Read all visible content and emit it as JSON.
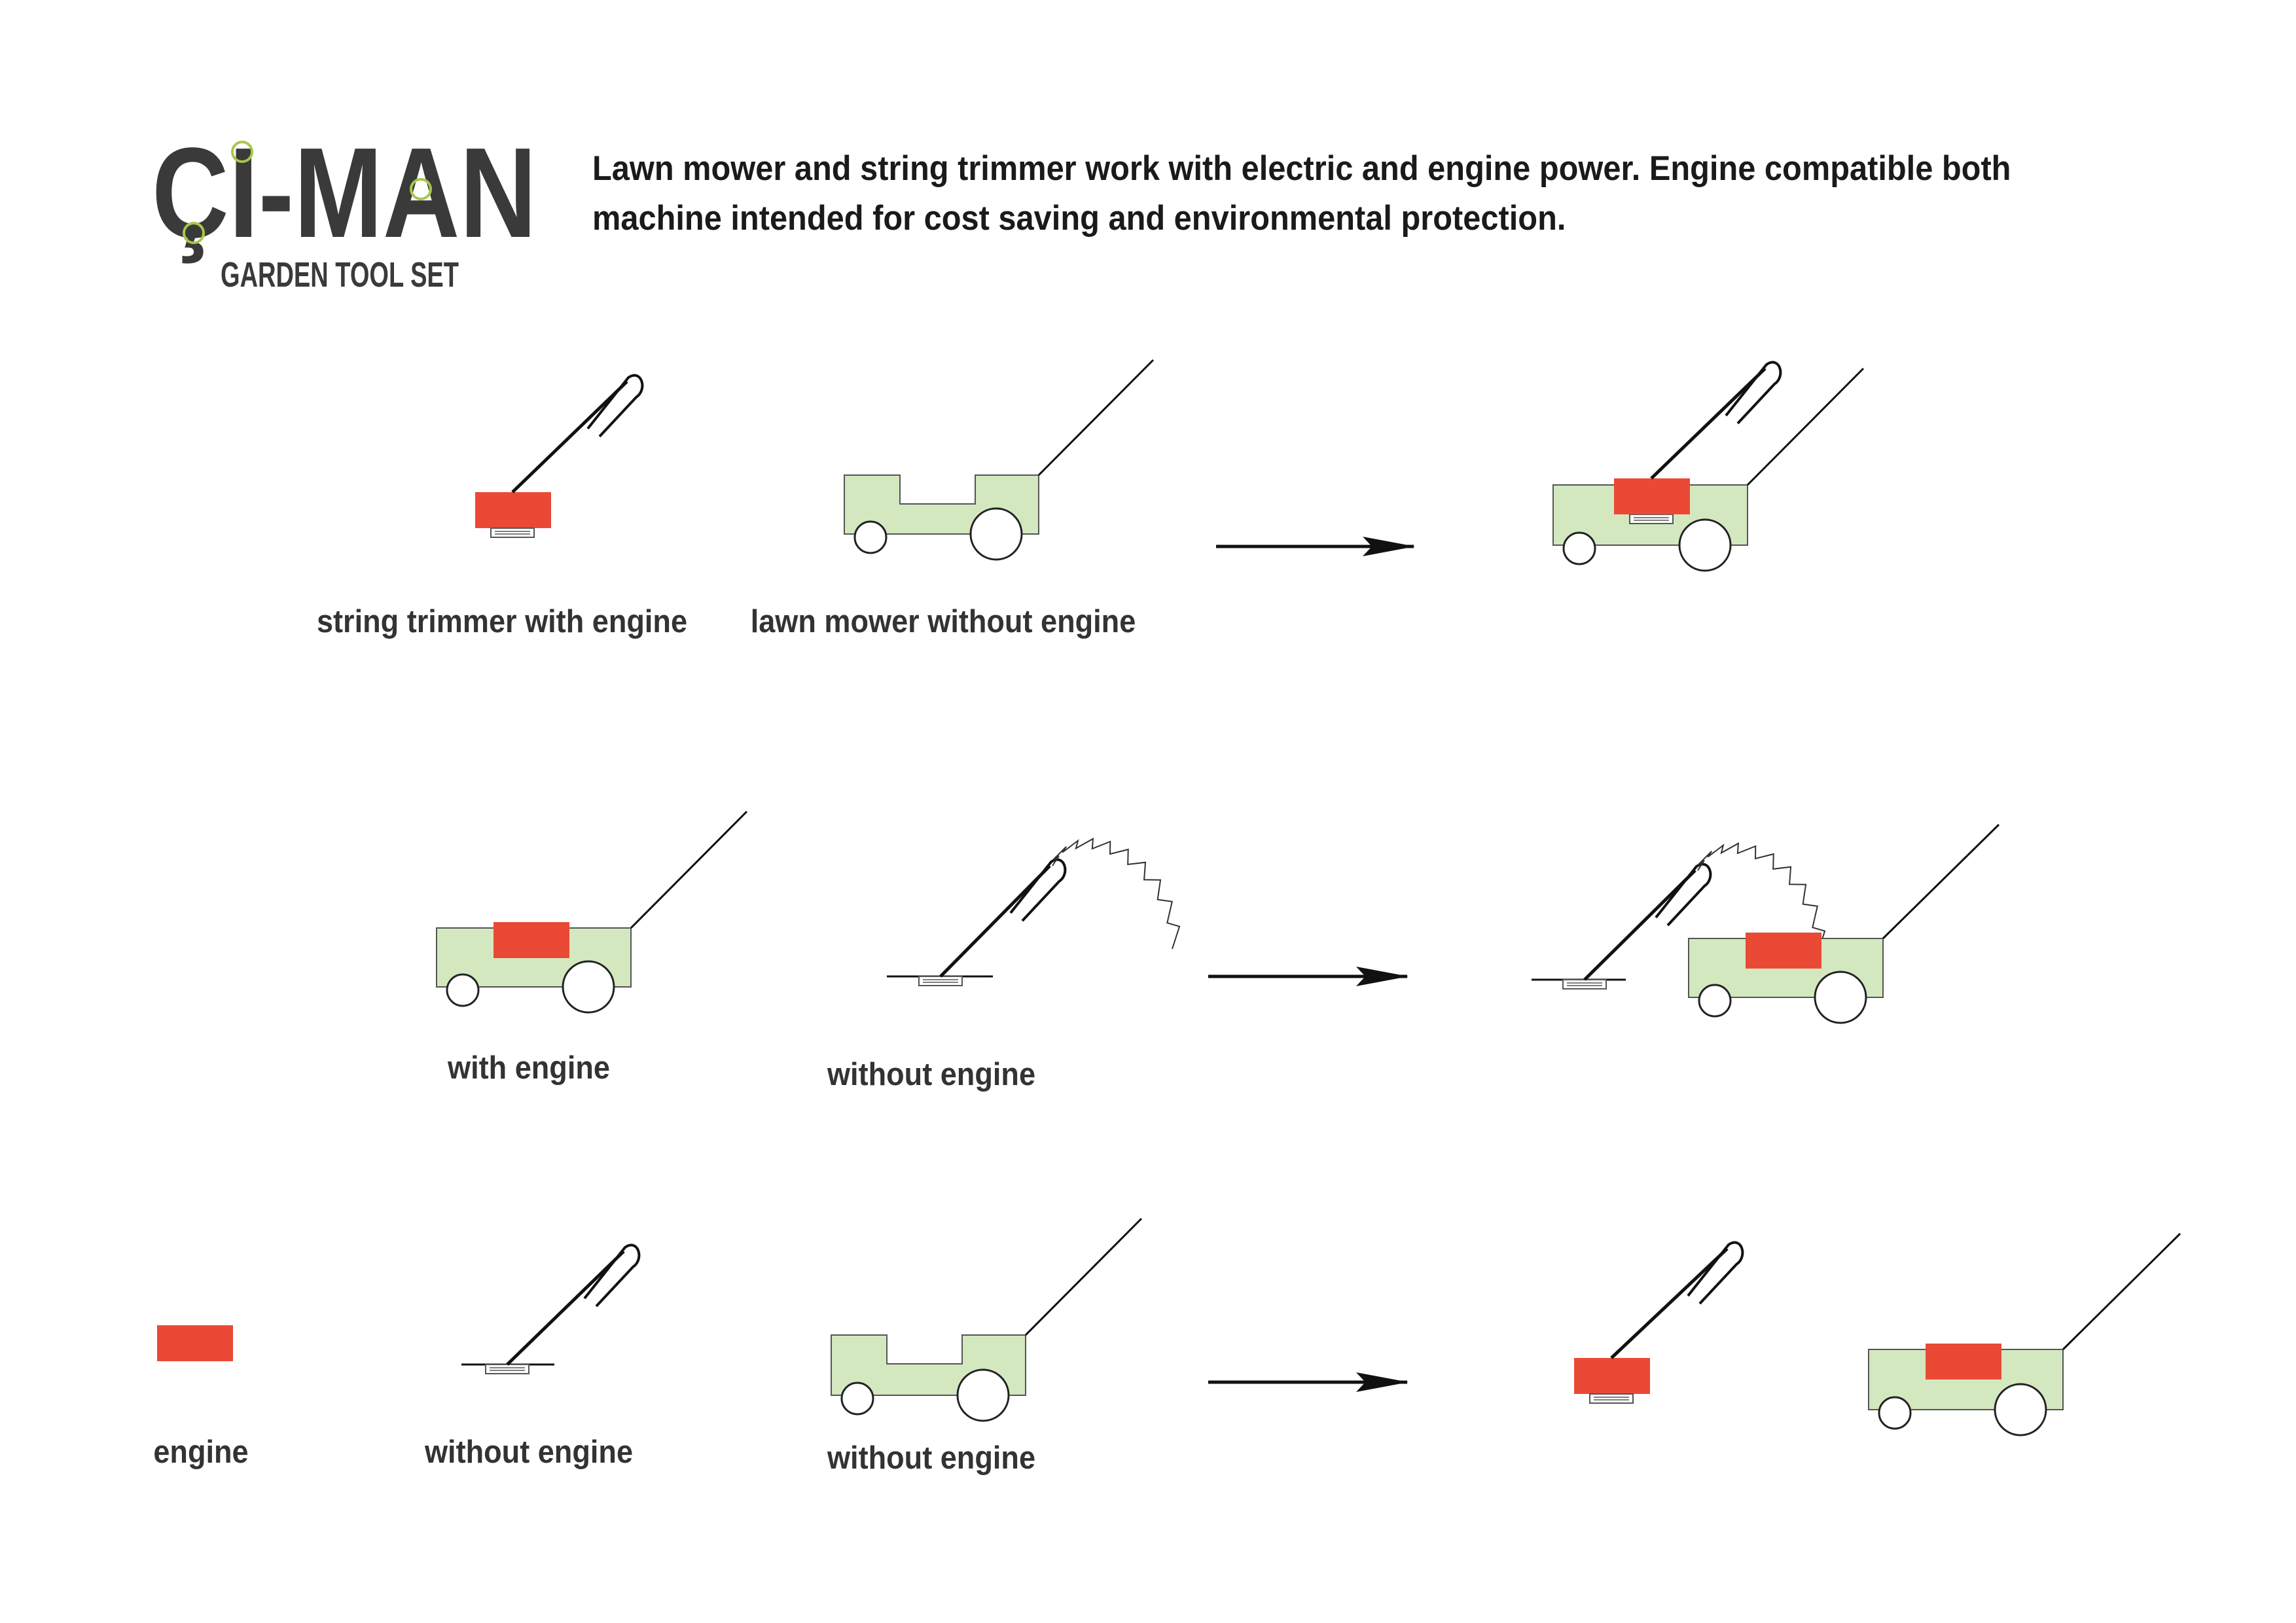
{
  "logo": {
    "wordmark": "ÇI-MAN",
    "tagline": "GARDEN TOOL SET",
    "text_color": "#3a3a3a",
    "accent_color": "#a6c84a"
  },
  "intro": {
    "text": "Lawn mower and string trimmer work with electric and engine power. Engine compatible both machine intended for cost saving and environmental protection."
  },
  "colors": {
    "engine": "#ea4a35",
    "mower_body": "#d4e8c0",
    "outline": "#555555",
    "line": "#111111"
  },
  "rows": [
    {
      "name": "row-1",
      "captions": [
        "string trimmer with engine",
        "lawn mower without engine"
      ],
      "arrow": "right-arrow"
    },
    {
      "name": "row-2",
      "captions": [
        "with engine",
        "without engine"
      ],
      "arrow": "right-arrow"
    },
    {
      "name": "row-3",
      "captions": [
        "engine",
        "without engine",
        "without engine"
      ],
      "arrow": "right-arrow"
    }
  ]
}
